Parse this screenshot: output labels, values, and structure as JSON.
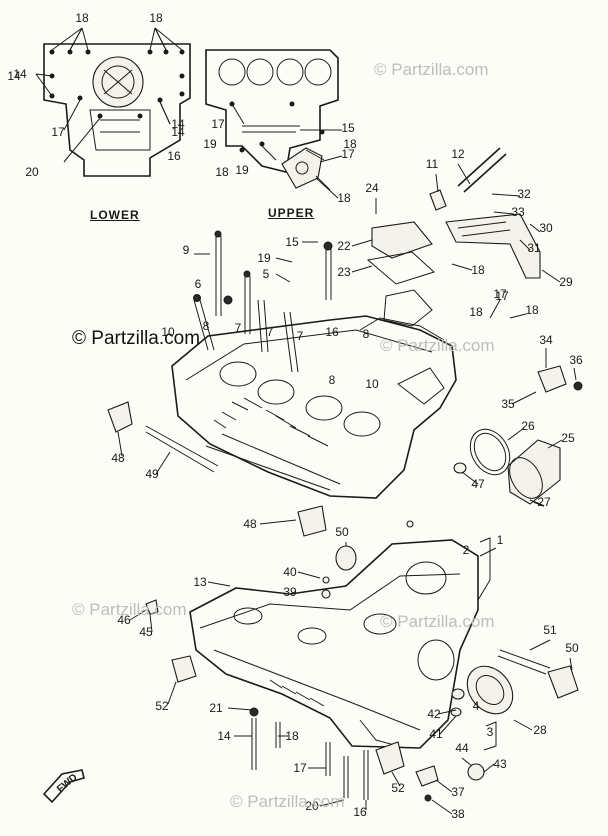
{
  "watermarks": [
    {
      "text": "© Partzilla.com",
      "style": "faint"
    },
    {
      "text": "© Partzilla.com",
      "style": "dark"
    },
    {
      "text": "© Partzilla.com",
      "style": "faint"
    },
    {
      "text": "© Partzilla.com",
      "style": "faint"
    },
    {
      "text": "© Partzilla.com",
      "style": "faint"
    },
    {
      "text": "© Partzilla.com",
      "style": "faint"
    }
  ],
  "captions": {
    "lower": "LOWER",
    "upper": "UPPER"
  },
  "fwd_mark": "FWD",
  "callouts": [
    "18",
    "18",
    "14",
    "17",
    "14",
    "20",
    "16",
    "17",
    "19",
    "18",
    "19",
    "15",
    "17",
    "18",
    "11",
    "12",
    "32",
    "33",
    "24",
    "30",
    "31",
    "29",
    "22",
    "23",
    "18",
    "9",
    "15",
    "19",
    "5",
    "6",
    "8",
    "10",
    "7",
    "7",
    "7",
    "17",
    "18",
    "34",
    "36",
    "35",
    "26",
    "25",
    "48",
    "49",
    "47",
    "27",
    "48",
    "50",
    "2",
    "1",
    "40",
    "13",
    "39",
    "46",
    "45",
    "51",
    "50",
    "52",
    "21",
    "42",
    "41",
    "3",
    "28",
    "14",
    "18",
    "17",
    "44",
    "43",
    "37",
    "52",
    "20",
    "16",
    "38",
    "4",
    "8",
    "10",
    "8",
    "18",
    "16",
    "17",
    "14",
    "18",
    "14"
  ]
}
